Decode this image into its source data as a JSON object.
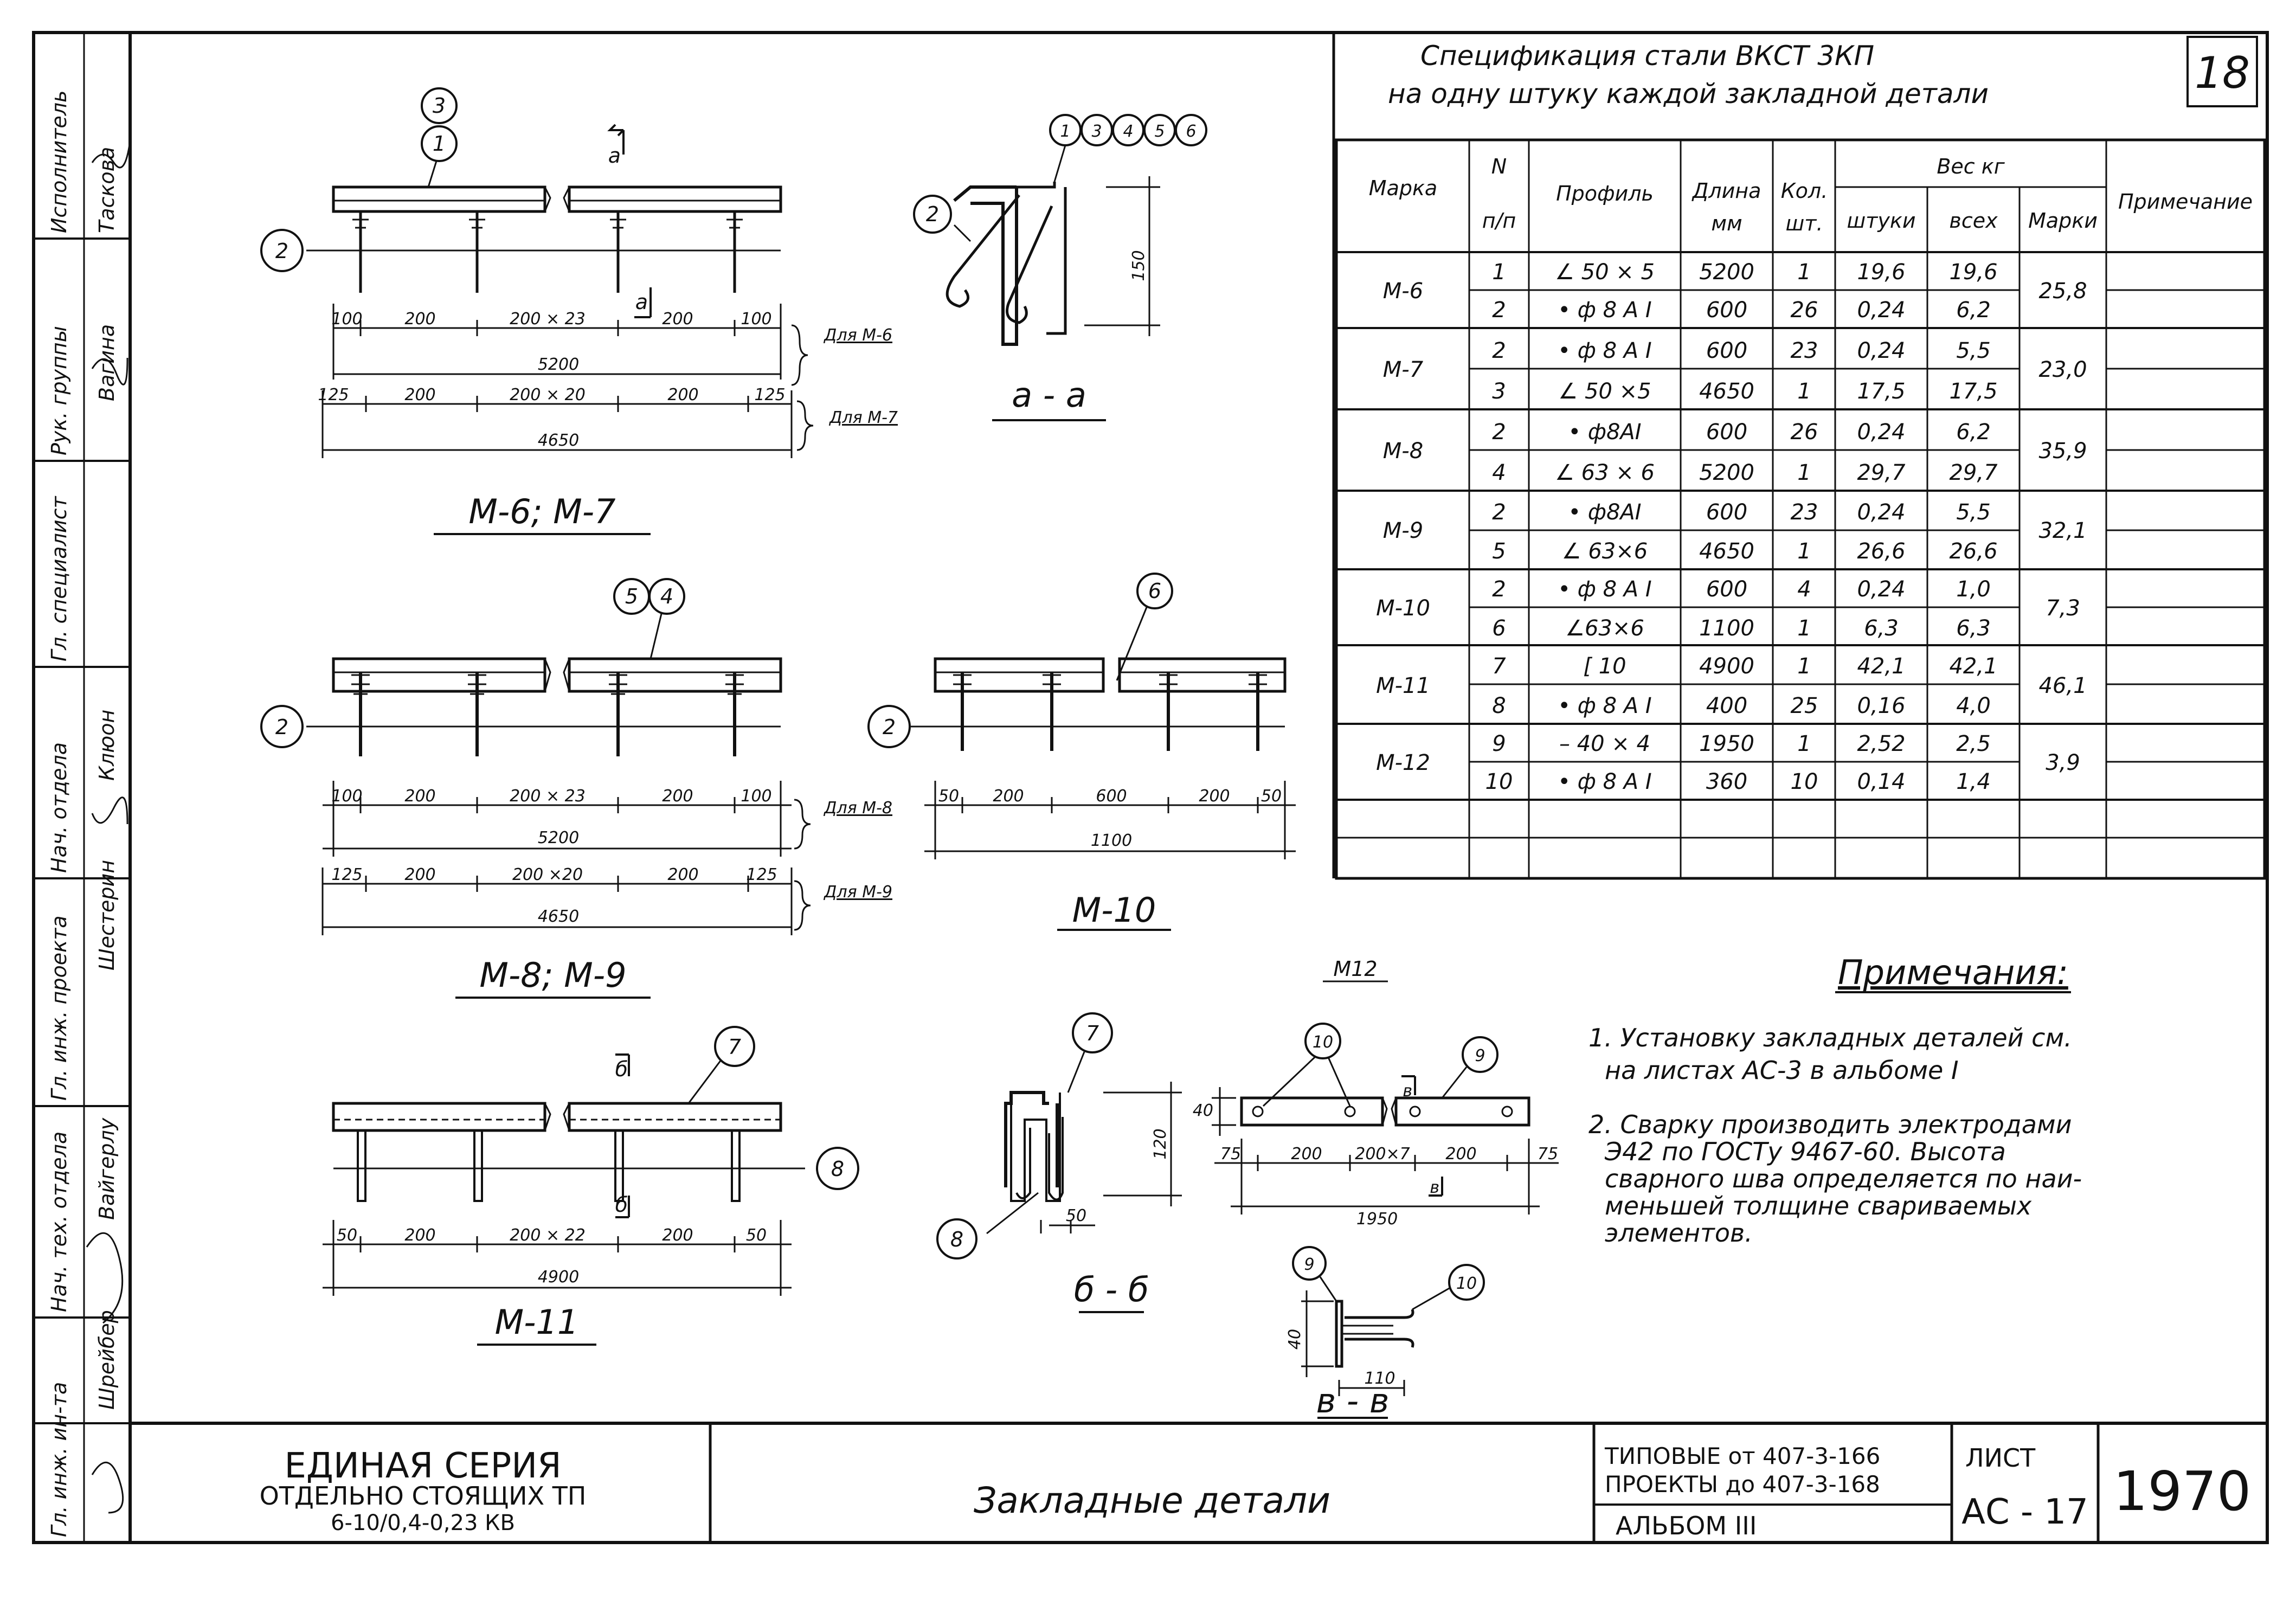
{
  "sheet_number": "18",
  "spec_title": {
    "line1": "Спецификация стали ВКСТ 3КП",
    "line2": "на одну штуку каждой закладной детали"
  },
  "spec_table": {
    "headers": {
      "mark": "Марка",
      "num_top": "N",
      "num_bottom": "п/п",
      "profile": "Профиль",
      "length_top": "Длина",
      "length_bottom": "мм",
      "qty_top": "Кол.",
      "qty_bottom": "шт.",
      "weight": "Вес кг",
      "weight_unit": "штуки",
      "weight_total": "всех",
      "weight_mark": "Марки",
      "note": "Примечание"
    },
    "groups": [
      {
        "mark": "М-6",
        "total": "25,8",
        "rows": [
          {
            "n": "1",
            "profile": "∠ 50 × 5",
            "length": "5200",
            "qty": "1",
            "w_unit": "19,6",
            "w_all": "19,6"
          },
          {
            "n": "2",
            "profile": "• ф 8 А I",
            "length": "600",
            "qty": "26",
            "w_unit": "0,24",
            "w_all": "6,2"
          }
        ]
      },
      {
        "mark": "М-7",
        "total": "23,0",
        "rows": [
          {
            "n": "2",
            "profile": "• ф 8 А I",
            "length": "600",
            "qty": "23",
            "w_unit": "0,24",
            "w_all": "5,5"
          },
          {
            "n": "3",
            "profile": "∠ 50 ×5",
            "length": "4650",
            "qty": "1",
            "w_unit": "17,5",
            "w_all": "17,5"
          }
        ]
      },
      {
        "mark": "М-8",
        "total": "35,9",
        "rows": [
          {
            "n": "2",
            "profile": "• ф8АI",
            "length": "600",
            "qty": "26",
            "w_unit": "0,24",
            "w_all": "6,2"
          },
          {
            "n": "4",
            "profile": "∠ 63 × 6",
            "length": "5200",
            "qty": "1",
            "w_unit": "29,7",
            "w_all": "29,7"
          }
        ]
      },
      {
        "mark": "М-9",
        "total": "32,1",
        "rows": [
          {
            "n": "2",
            "profile": "• ф8АI",
            "length": "600",
            "qty": "23",
            "w_unit": "0,24",
            "w_all": "5,5"
          },
          {
            "n": "5",
            "profile": "∠ 63×6",
            "length": "4650",
            "qty": "1",
            "w_unit": "26,6",
            "w_all": "26,6"
          }
        ]
      },
      {
        "mark": "М-10",
        "total": "7,3",
        "rows": [
          {
            "n": "2",
            "profile": "• ф 8 А I",
            "length": "600",
            "qty": "4",
            "w_unit": "0,24",
            "w_all": "1,0"
          },
          {
            "n": "6",
            "profile": "∠63×6",
            "length": "1100",
            "qty": "1",
            "w_unit": "6,3",
            "w_all": "6,3"
          }
        ]
      },
      {
        "mark": "М-11",
        "total": "46,1",
        "rows": [
          {
            "n": "7",
            "profile": "[ 10",
            "length": "4900",
            "qty": "1",
            "w_unit": "42,1",
            "w_all": "42,1"
          },
          {
            "n": "8",
            "profile": "• ф 8 А I",
            "length": "400",
            "qty": "25",
            "w_unit": "0,16",
            "w_all": "4,0"
          }
        ]
      },
      {
        "mark": "М-12",
        "total": "3,9",
        "rows": [
          {
            "n": "9",
            "profile": "– 40 × 4",
            "length": "1950",
            "qty": "1",
            "w_unit": "2,52",
            "w_all": "2,5"
          },
          {
            "n": "10",
            "profile": "• ф 8 А I",
            "length": "360",
            "qty": "10",
            "w_unit": "0,14",
            "w_all": "1,4"
          }
        ]
      }
    ]
  },
  "notes": {
    "title": "Примечания:",
    "n1_l1": "1. Установку закладных деталей см.",
    "n1_l2": "на листах АС-3 в альбоме I",
    "n2_l1": "2. Сварку производить электродами",
    "n2_l2": "Э42 по ГОСТу 9467-60. Высота",
    "n2_l3": "сварного шва определяется по наи-",
    "n2_l4": "меньшей толщине свариваемых",
    "n2_l5": "элементов."
  },
  "drawings": {
    "m6m7": {
      "caption": "М-6; М-7",
      "callouts": [
        "3",
        "1",
        "2"
      ],
      "section_mark": "а",
      "dims_row1": [
        "100",
        "200",
        "200 × 23",
        "200",
        "100"
      ],
      "total1": "5200",
      "for1": "Для М-6",
      "dims_row2": [
        "125",
        "200",
        "200 × 20",
        "200",
        "125"
      ],
      "total2": "4650",
      "for2": "Для М-7"
    },
    "aa": {
      "caption": "а - а",
      "callouts": [
        "1",
        "3",
        "4",
        "5",
        "6",
        "2"
      ],
      "height": "150"
    },
    "m8m9": {
      "caption": "М-8; М-9",
      "callouts": [
        "5",
        "4",
        "2"
      ],
      "dims_row1": [
        "100",
        "200",
        "200 × 23",
        "200",
        "100"
      ],
      "total1": "5200",
      "for1": "Для М-8",
      "dims_row2": [
        "125",
        "200",
        "200 ×20",
        "200",
        "125"
      ],
      "total2": "4650",
      "for2": "Для М-9"
    },
    "m10": {
      "caption": "М-10",
      "callouts": [
        "6",
        "2"
      ],
      "dims": [
        "50",
        "200",
        "600",
        "200",
        "50"
      ],
      "total": "1100"
    },
    "m11": {
      "caption": "М-11",
      "callouts": [
        "7",
        "8"
      ],
      "section_mark": "б",
      "dims": [
        "50",
        "200",
        "200 × 22",
        "200",
        "50"
      ],
      "total": "4900"
    },
    "bb": {
      "caption": "б - б",
      "callouts": [
        "7",
        "8"
      ],
      "height": "120",
      "width": "50"
    },
    "m12": {
      "caption": "М12",
      "callouts": [
        "10",
        "9"
      ],
      "section_mark": "в",
      "height": "40",
      "dims": [
        "75",
        "200",
        "200×7",
        "200",
        "75"
      ],
      "total": "1950"
    },
    "vv": {
      "caption": "в - в",
      "callouts": [
        "9",
        "10"
      ],
      "height": "40",
      "width": "110"
    }
  },
  "title_block": {
    "series_l1": "ЕДИНАЯ СЕРИЯ",
    "series_l2": "ОТДЕЛЬНО СТОЯЩИХ ТП",
    "series_l3": "6-10/0,4-0,23 КВ",
    "drawing_name": "Закладные детали",
    "typical_l1": "ТИПОВЫЕ от 407-3-166",
    "typical_l2": "ПРОЕКТЫ до 407-3-168",
    "album": "АЛЬБОМ III",
    "sheet_label": "ЛИСТ",
    "sheet_code": "АС - 17",
    "year": "1970"
  },
  "side_stamp": [
    {
      "role": "Исполнитель",
      "name": "Таскова"
    },
    {
      "role": "Рук. группы",
      "name": "Вагина"
    },
    {
      "role": "Гл. специалист",
      "name": ""
    },
    {
      "role": "Нач. отдела",
      "name": "Клюон"
    },
    {
      "role": "Гл. инж. проекта",
      "name": "Шестерин"
    },
    {
      "role": "Нач. тех. отдела",
      "name": "Вайгерлу"
    },
    {
      "role": "Гл. инж. ин-та",
      "name": "Шрейбер"
    }
  ]
}
